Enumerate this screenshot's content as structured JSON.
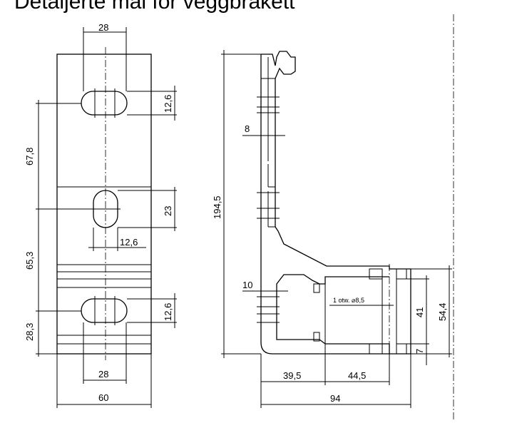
{
  "title": "Detaljerte mål for veggbrakett",
  "front_view": {
    "top_slot_spacing": "28",
    "slot_height_top": "12,6",
    "spacing_upper": "67,8",
    "middle_slot_height": "23",
    "middle_slot_width": "12,6",
    "spacing_lower": "65,3",
    "slot_height_bottom": "12,6",
    "bottom_offset": "28,3",
    "bottom_slot_spacing": "28",
    "overall_width": "60"
  },
  "side_view": {
    "overall_height": "194,5",
    "wall_thickness": "8",
    "lower_thickness": "10",
    "hole_note": "1 otw. ⌀8,5",
    "arm_gap": "41",
    "arm_height": "54,4",
    "arm_bottom": "7",
    "length_a": "39,5",
    "length_b": "44,5",
    "overall_length": "94"
  }
}
